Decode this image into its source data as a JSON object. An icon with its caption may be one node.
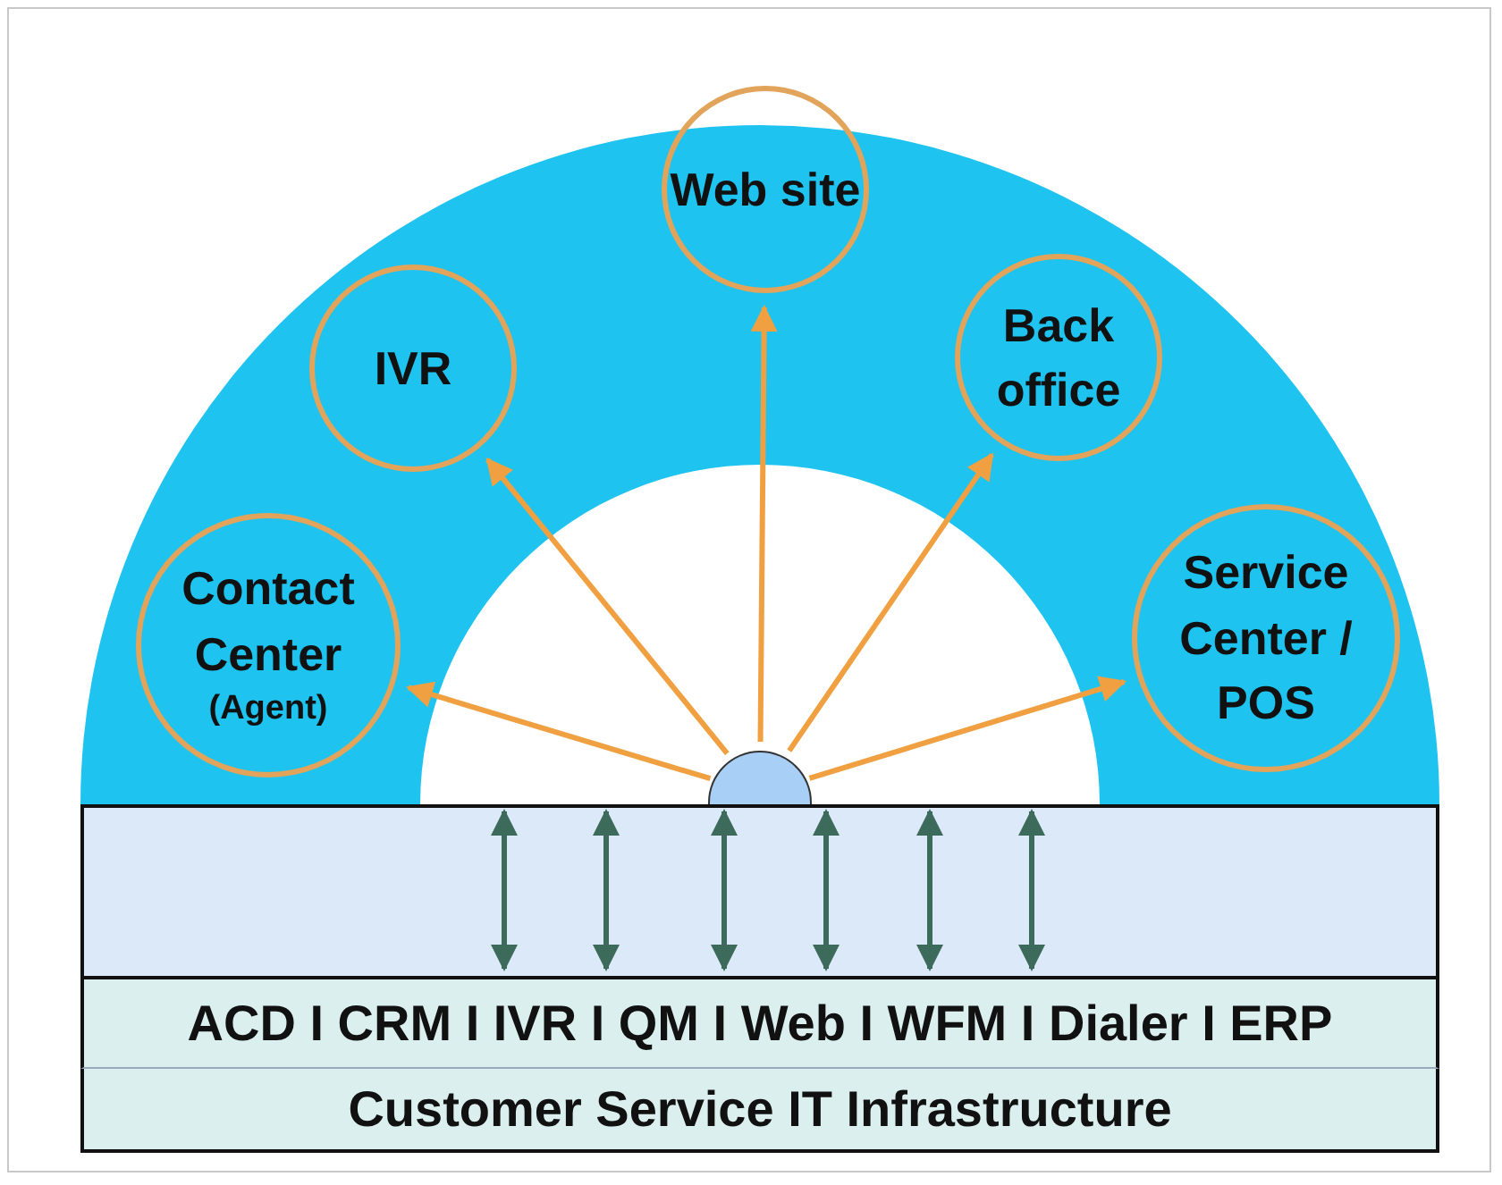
{
  "diagram": {
    "nodes": [
      {
        "text": [],
        "shape": "arc"
      },
      {
        "text": [
          "Contact Center",
          "(Agent)"
        ],
        "in": 0
      },
      {
        "text": [
          "IVR"
        ],
        "in": 0
      },
      {
        "text": [
          "Web site"
        ],
        "in": 0
      },
      {
        "text": [
          "Back office"
        ],
        "in": 0
      },
      {
        "text": [
          "Service Center / POS"
        ],
        "in": 0
      },
      {
        "text": [],
        "shape": "dome"
      },
      {
        "text": [],
        "shape": "bar"
      },
      {
        "text": [
          "ACD I CRM I IVR I QM I Web I WFM I Dialer I ERP"
        ]
      },
      {
        "text": [
          "Customer Service IT Infrastructure"
        ]
      }
    ],
    "edges": [
      {
        "from": 6,
        "to": 1,
        "arrow": "to",
        "color": "#f0a040"
      },
      {
        "from": 6,
        "to": 2,
        "arrow": "to",
        "color": "#f0a040"
      },
      {
        "from": 6,
        "to": 3,
        "arrow": "to",
        "color": "#f0a040"
      },
      {
        "from": 6,
        "to": 4,
        "arrow": "to",
        "color": "#f0a040"
      },
      {
        "from": 6,
        "to": 5,
        "arrow": "to",
        "color": "#f0a040"
      },
      {
        "from": 7,
        "to": 8,
        "arrow": "both"
      },
      {
        "from": 7,
        "to": 8,
        "arrow": "both"
      },
      {
        "from": 7,
        "to": 8,
        "arrow": "both"
      },
      {
        "from": 7,
        "to": 8,
        "arrow": "both"
      },
      {
        "from": 7,
        "to": 8,
        "arrow": "both"
      },
      {
        "from": 7,
        "to": 8,
        "arrow": "both"
      }
    ]
  }
}
